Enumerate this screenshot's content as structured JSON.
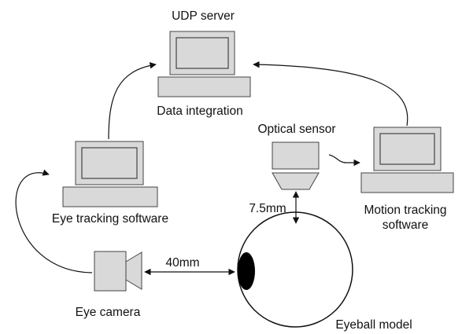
{
  "diagram": {
    "labels": {
      "udp_server": "UDP server",
      "data_integration": "Data integration",
      "optical_sensor": "Optical sensor",
      "eye_tracking_software": "Eye tracking software",
      "motion_tracking_line1": "Motion tracking",
      "motion_tracking_line2": "software",
      "distance_sensor": "7.5mm",
      "distance_camera": "40mm",
      "eye_camera": "Eye camera",
      "eyeball_model": "Eyeball model"
    },
    "colors": {
      "device_fill": "#d9d9d9",
      "device_stroke": "#444444",
      "pupil": "#000000",
      "line": "#111111"
    }
  }
}
